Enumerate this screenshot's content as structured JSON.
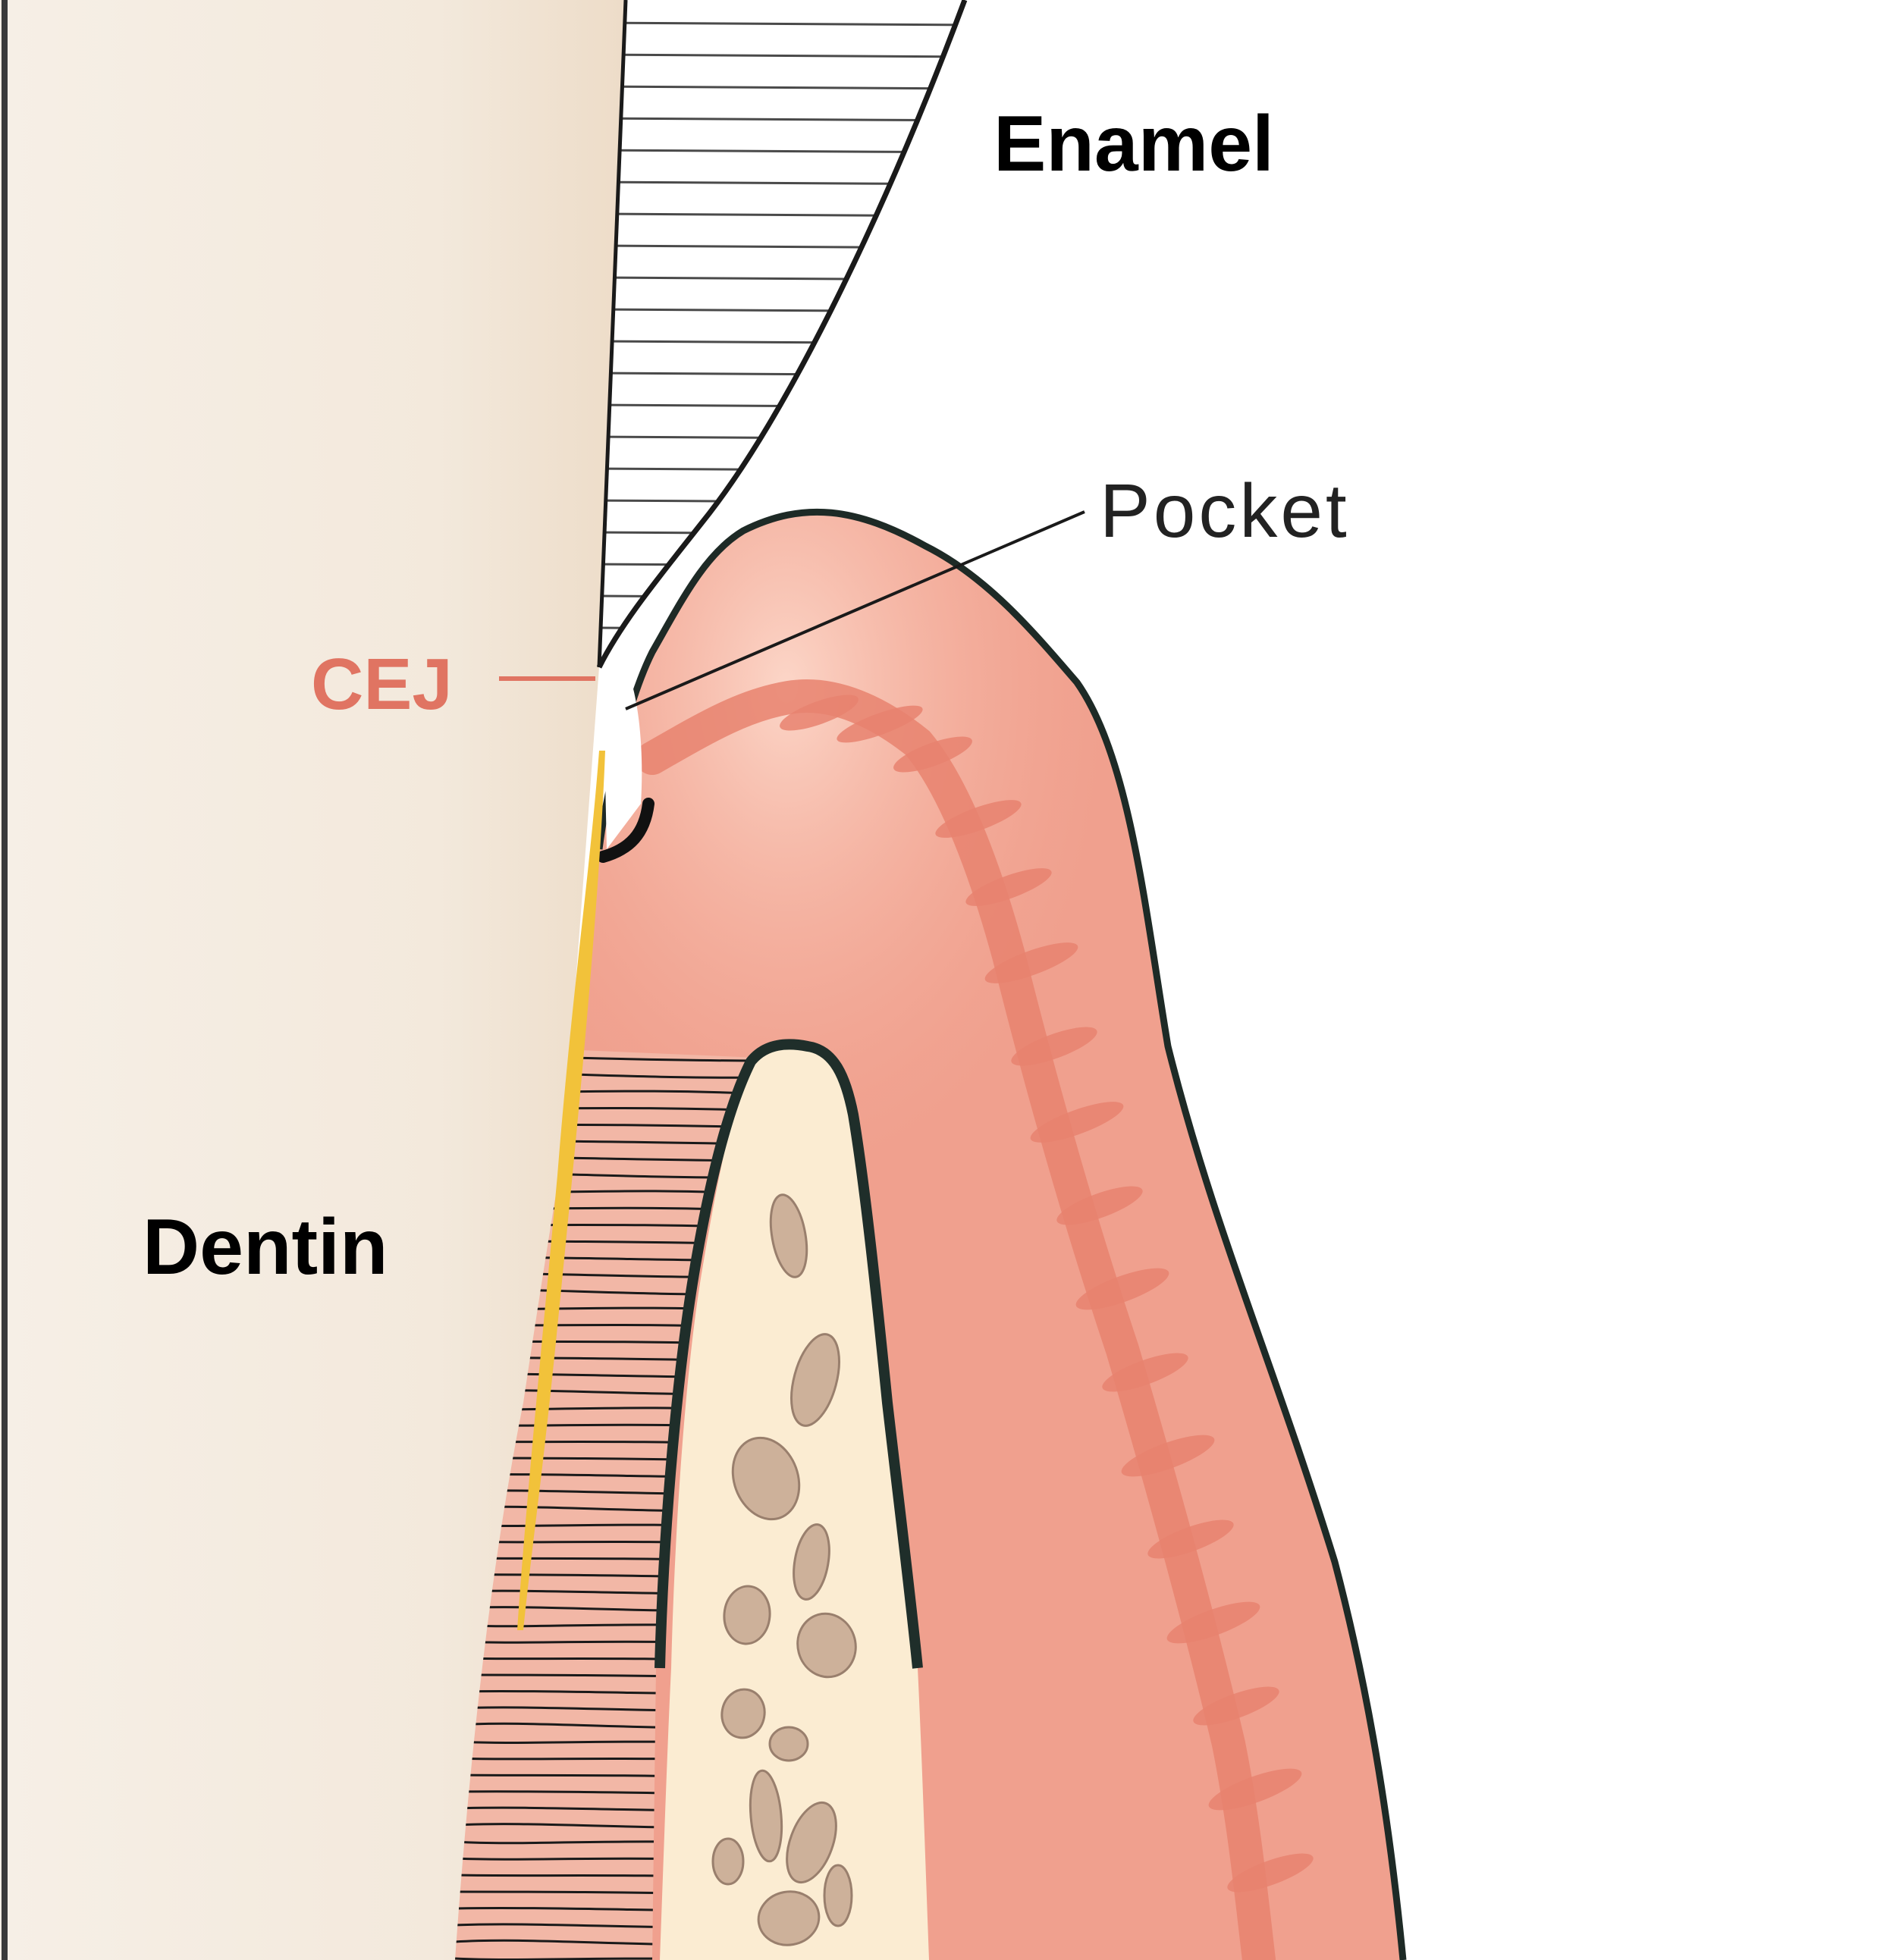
{
  "labels": {
    "enamel": "Enamel",
    "pocket": "Pocket",
    "cej": "CEJ",
    "dentin": "Dentin"
  },
  "colors": {
    "dentin": "#f5ede2",
    "enamel": "#ffffff",
    "gingiva": "#f0a08e",
    "gingiva_dark": "#e8826f",
    "bone": "#fbecd2",
    "bone_outline": "#1f2e2a",
    "marrow": "#c9ab95",
    "pdl": "#f2b7a6",
    "cementum": "#f2c23a",
    "outline": "#1a1a1a",
    "cej": "#e07462"
  }
}
